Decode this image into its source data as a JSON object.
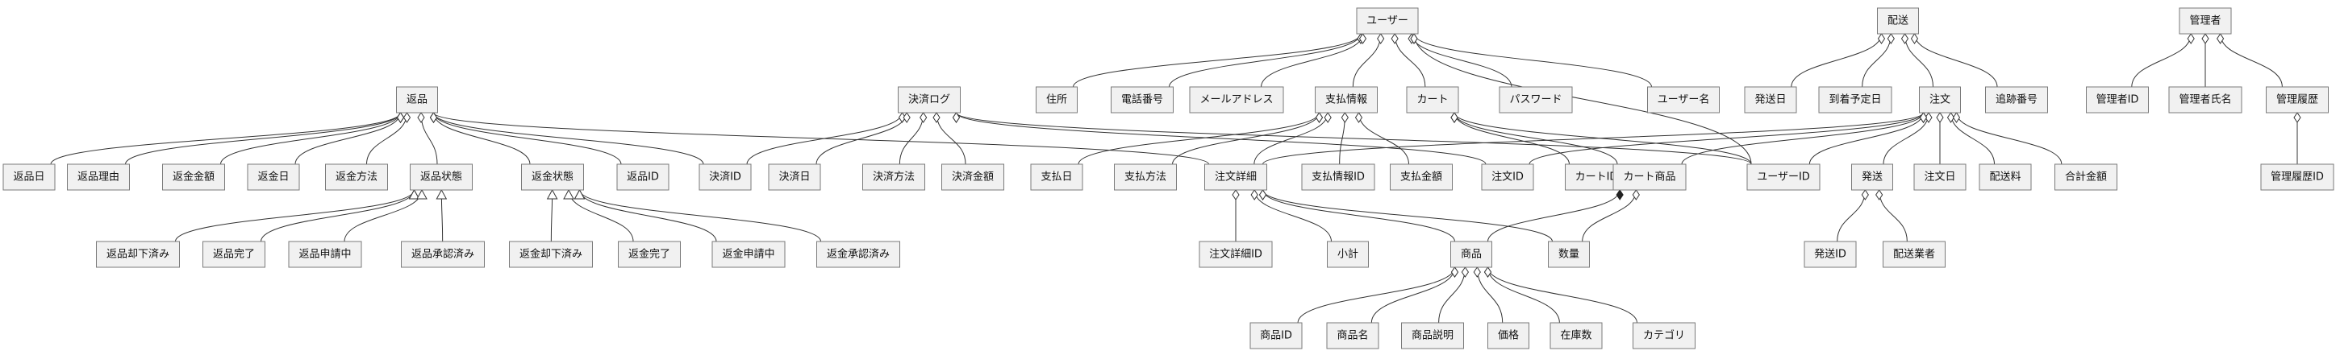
{
  "nodes": {
    "user": "ユーザー",
    "address": "住所",
    "phone": "電話番号",
    "email": "メールアドレス",
    "password": "パスワード",
    "user_name": "ユーザー名",
    "payment_info": "支払情報",
    "pay_date": "支払日",
    "pay_method": "支払方法",
    "payment_info_id": "支払情報ID",
    "pay_amount": "支払金額",
    "cart": "カート",
    "cart_id": "カートID",
    "cart_item": "カート商品",
    "user_id": "ユーザーID",
    "order": "注文",
    "order_id": "注文ID",
    "order_date": "注文日",
    "shipping_fee": "配送料",
    "total_amount": "合計金額",
    "order_detail": "注文詳細",
    "order_detail_id": "注文詳細ID",
    "subtotal": "小計",
    "quantity": "数量",
    "product": "商品",
    "product_id": "商品ID",
    "product_name": "商品名",
    "product_desc": "商品説明",
    "price": "価格",
    "stock": "在庫数",
    "category": "カテゴリ",
    "delivery": "配送",
    "ship_date": "発送日",
    "eta": "到着予定日",
    "tracking": "追跡番号",
    "shipment": "発送",
    "shipment_id": "発送ID",
    "carrier": "配送業者",
    "admin": "管理者",
    "admin_id": "管理者ID",
    "admin_name": "管理者氏名",
    "admin_history": "管理履歴",
    "admin_history_id": "管理履歴ID",
    "payment_log": "決済ログ",
    "settle_id": "決済ID",
    "settle_date": "決済日",
    "settle_method": "決済方法",
    "settle_amount": "決済金額",
    "return": "返品",
    "return_date": "返品日",
    "return_reason": "返品理由",
    "refund_amount": "返金金額",
    "refund_date": "返金日",
    "refund_method": "返金方法",
    "return_status": "返品状態",
    "refund_status": "返金状態",
    "return_id": "返品ID",
    "return_rejected": "返品却下済み",
    "return_done": "返品完了",
    "return_applying": "返品申請中",
    "return_approved": "返品承認済み",
    "refund_rejected": "返金却下済み",
    "refund_done": "返金完了",
    "refund_applying": "返金申請中",
    "refund_approved": "返金承認済み"
  },
  "edges": [
    [
      "user",
      "address",
      "aggregation"
    ],
    [
      "user",
      "phone",
      "aggregation"
    ],
    [
      "user",
      "email",
      "aggregation"
    ],
    [
      "user",
      "payment_info",
      "aggregation"
    ],
    [
      "user",
      "cart",
      "aggregation"
    ],
    [
      "user",
      "password",
      "aggregation"
    ],
    [
      "user",
      "user_name",
      "aggregation"
    ],
    [
      "user",
      "user_id",
      "aggregation"
    ],
    [
      "payment_info",
      "pay_date",
      "aggregation"
    ],
    [
      "payment_info",
      "pay_method",
      "aggregation"
    ],
    [
      "payment_info",
      "payment_info_id",
      "aggregation"
    ],
    [
      "payment_info",
      "pay_amount",
      "aggregation"
    ],
    [
      "payment_info",
      "order_detail",
      "aggregation"
    ],
    [
      "cart",
      "cart_id",
      "aggregation"
    ],
    [
      "cart",
      "cart_item",
      "aggregation"
    ],
    [
      "cart",
      "user_id",
      "aggregation"
    ],
    [
      "cart_item",
      "product",
      "composition"
    ],
    [
      "cart_item",
      "quantity",
      "aggregation"
    ],
    [
      "order",
      "order_id",
      "aggregation"
    ],
    [
      "order",
      "user_id",
      "aggregation"
    ],
    [
      "order",
      "order_detail",
      "aggregation"
    ],
    [
      "order",
      "shipment",
      "aggregation"
    ],
    [
      "order",
      "order_date",
      "aggregation"
    ],
    [
      "order",
      "shipping_fee",
      "aggregation"
    ],
    [
      "order",
      "total_amount",
      "aggregation"
    ],
    [
      "order",
      "cart_item",
      "aggregation"
    ],
    [
      "order_detail",
      "order_detail_id",
      "aggregation"
    ],
    [
      "order_detail",
      "subtotal",
      "aggregation"
    ],
    [
      "order_detail",
      "quantity",
      "aggregation"
    ],
    [
      "order_detail",
      "product",
      "aggregation"
    ],
    [
      "product",
      "product_id",
      "aggregation"
    ],
    [
      "product",
      "product_name",
      "aggregation"
    ],
    [
      "product",
      "product_desc",
      "aggregation"
    ],
    [
      "product",
      "price",
      "aggregation"
    ],
    [
      "product",
      "stock",
      "aggregation"
    ],
    [
      "product",
      "category",
      "aggregation"
    ],
    [
      "delivery",
      "ship_date",
      "aggregation"
    ],
    [
      "delivery",
      "eta",
      "aggregation"
    ],
    [
      "delivery",
      "order",
      "aggregation"
    ],
    [
      "delivery",
      "tracking",
      "aggregation"
    ],
    [
      "shipment",
      "shipment_id",
      "aggregation"
    ],
    [
      "shipment",
      "carrier",
      "aggregation"
    ],
    [
      "admin",
      "admin_id",
      "aggregation"
    ],
    [
      "admin",
      "admin_name",
      "aggregation"
    ],
    [
      "admin",
      "admin_history",
      "aggregation"
    ],
    [
      "admin_history",
      "admin_history_id",
      "aggregation"
    ],
    [
      "payment_log",
      "settle_id",
      "aggregation"
    ],
    [
      "payment_log",
      "settle_date",
      "aggregation"
    ],
    [
      "payment_log",
      "settle_method",
      "aggregation"
    ],
    [
      "payment_log",
      "settle_amount",
      "aggregation"
    ],
    [
      "payment_log",
      "order_id",
      "aggregation"
    ],
    [
      "payment_log",
      "user_id",
      "aggregation"
    ],
    [
      "return",
      "return_date",
      "aggregation"
    ],
    [
      "return",
      "return_reason",
      "aggregation"
    ],
    [
      "return",
      "refund_amount",
      "aggregation"
    ],
    [
      "return",
      "refund_date",
      "aggregation"
    ],
    [
      "return",
      "refund_method",
      "aggregation"
    ],
    [
      "return",
      "return_status",
      "aggregation"
    ],
    [
      "return",
      "refund_status",
      "aggregation"
    ],
    [
      "return",
      "return_id",
      "aggregation"
    ],
    [
      "return",
      "settle_id",
      "aggregation"
    ],
    [
      "return",
      "order_detail",
      "aggregation"
    ],
    [
      "return_status",
      "return_rejected",
      "generalization"
    ],
    [
      "return_status",
      "return_done",
      "generalization"
    ],
    [
      "return_status",
      "return_applying",
      "generalization"
    ],
    [
      "return_status",
      "return_approved",
      "generalization"
    ],
    [
      "refund_status",
      "refund_rejected",
      "generalization"
    ],
    [
      "refund_status",
      "refund_done",
      "generalization"
    ],
    [
      "refund_status",
      "refund_applying",
      "generalization"
    ],
    [
      "refund_status",
      "refund_approved",
      "generalization"
    ]
  ]
}
